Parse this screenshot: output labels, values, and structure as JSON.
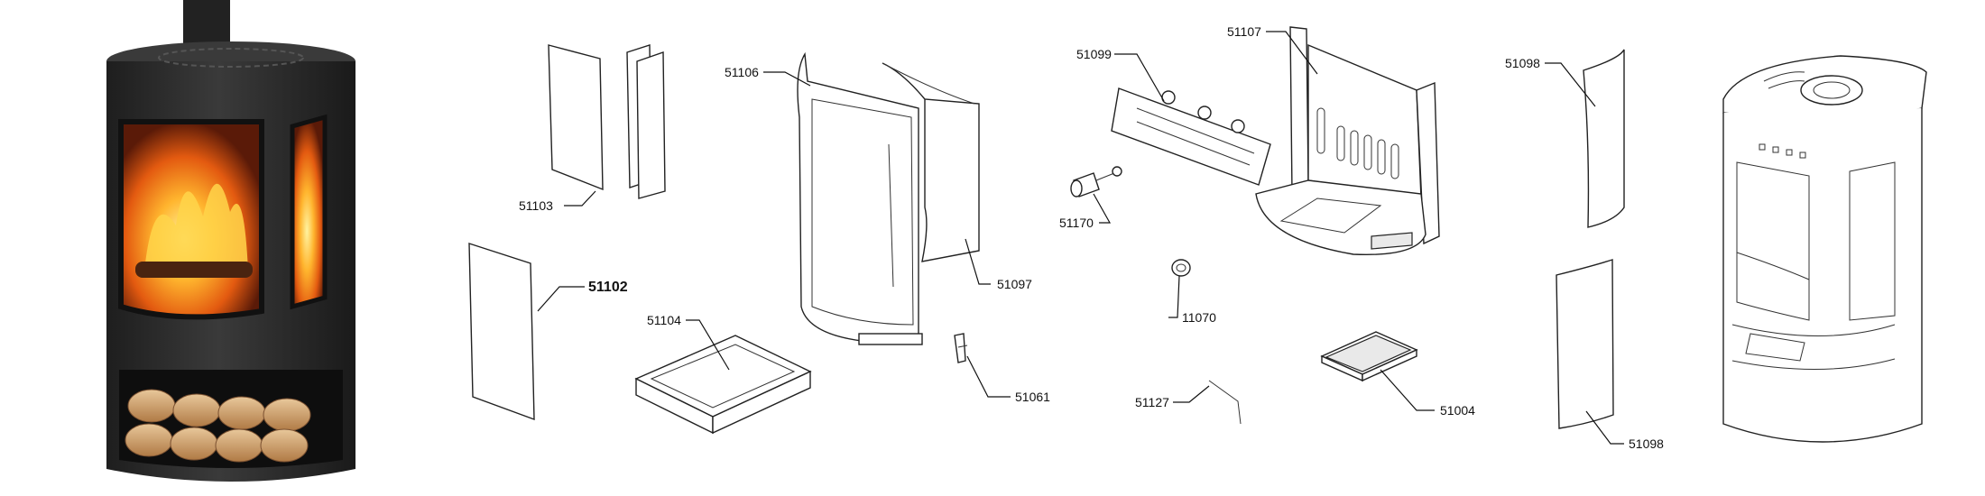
{
  "labels": {
    "p51103": "51103",
    "p51102": "51102",
    "p51106": "51106",
    "p51104": "51104",
    "p51097": "51097",
    "p51061": "51061",
    "p51099": "51099",
    "p51107": "51107",
    "p51170": "51170",
    "p11070": "11070",
    "p51127": "51127",
    "p51004": "51004",
    "p51098_top": "51098",
    "p51098_bottom": "51098"
  },
  "colors": {
    "stove_body": "#2b2b2b",
    "flame": "#ff8a1a",
    "ink": "#111111"
  }
}
